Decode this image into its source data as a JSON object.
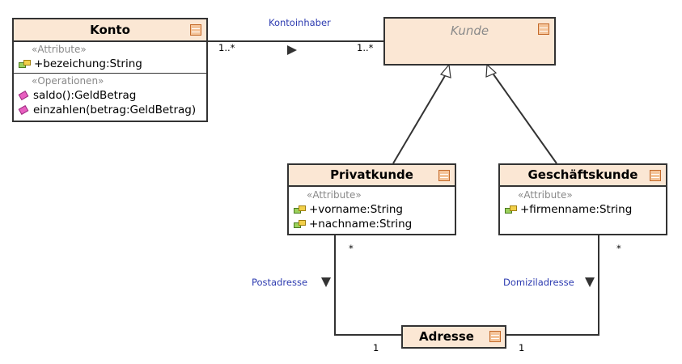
{
  "classes": {
    "konto": {
      "name": "Konto",
      "attributes_stereotype": "«Attribute»",
      "attributes": [
        "+bezeichung:String"
      ],
      "operations_stereotype": "«Operationen»",
      "operations": [
        "saldo():GeldBetrag",
        "einzahlen(betrag:GeldBetrag)"
      ]
    },
    "kunde": {
      "name": "Kunde",
      "abstract": true
    },
    "privatkunde": {
      "name": "Privatkunde",
      "attributes_stereotype": "«Attribute»",
      "attributes": [
        "+vorname:String",
        "+nachname:String"
      ]
    },
    "geschaeftskunde": {
      "name": "Geschäftskunde",
      "attributes_stereotype": "«Attribute»",
      "attributes": [
        "+firmenname:String"
      ]
    },
    "adresse": {
      "name": "Adresse"
    }
  },
  "associations": {
    "kontoinhaber": {
      "label": "Kontoinhaber",
      "mult_konto": "1..*",
      "mult_kunde": "1..*"
    },
    "postadresse": {
      "label": "Postadresse",
      "mult_source": "*",
      "mult_target": "1"
    },
    "domiziladresse": {
      "label": "Domiziladresse",
      "mult_source": "*",
      "mult_target": "1"
    }
  },
  "colors": {
    "class_header": "#fbe7d4",
    "border": "#333333",
    "association_label": "#2d3bb0",
    "abstract_name": "#8a8a8a"
  }
}
